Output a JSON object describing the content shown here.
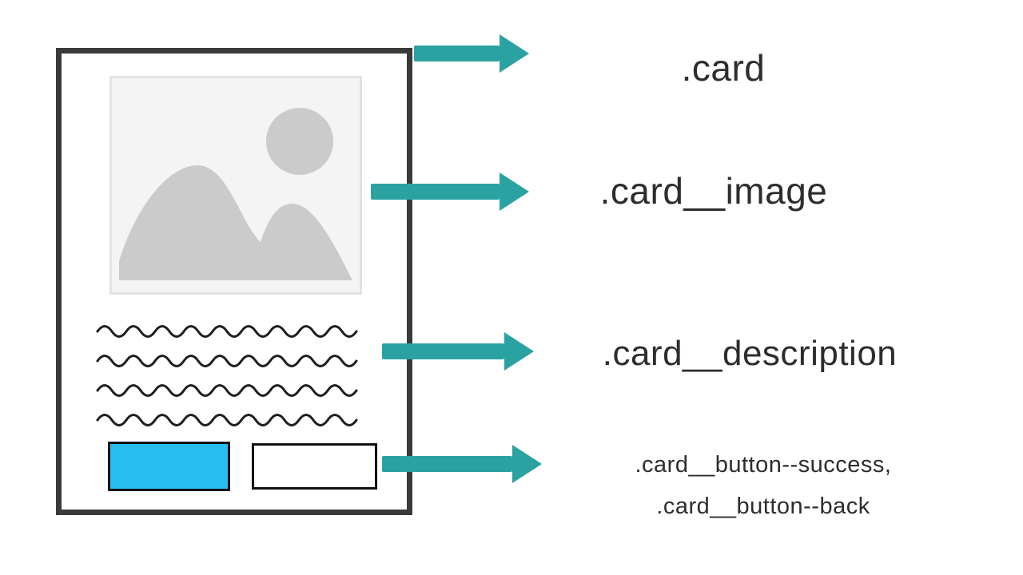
{
  "diagram": {
    "labels": {
      "card": ".card",
      "image": ".card__image",
      "description": ".card__description",
      "buttons_line1": ".card__button--success,",
      "buttons_line2": ".card__button--back"
    },
    "colors": {
      "arrow_teal": "#2BA2A2",
      "button_cyan": "#29BDEF",
      "card_border": "#3A3A3A",
      "placeholder_bg": "#F4F4F4",
      "placeholder_shape": "#CBCBCB",
      "squiggle_stroke": "#1F1F1F",
      "label_text": "#2D2D2D"
    }
  }
}
